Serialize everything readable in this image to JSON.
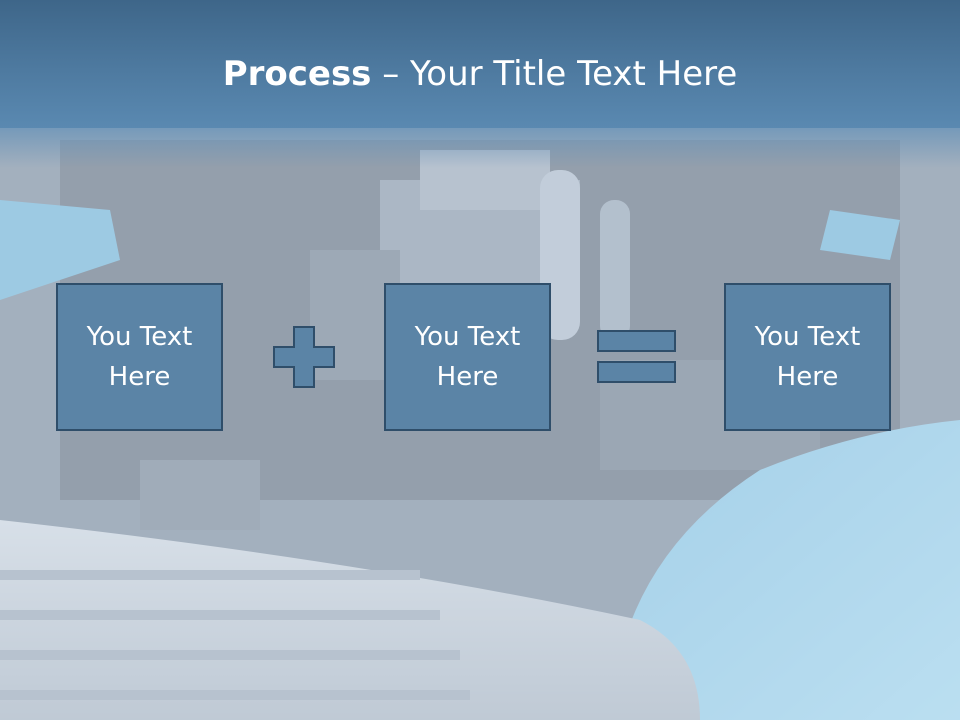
{
  "slide": {
    "title_bold": "Process",
    "title_rest": " – Your Title Text Here",
    "boxes": [
      {
        "text": "You Text Here"
      },
      {
        "text": "You Text Here"
      },
      {
        "text": "You Text Here"
      }
    ],
    "operators": [
      "plus-icon",
      "equals-icon"
    ],
    "colors": {
      "title_band": "#4a7499",
      "box_fill": "#5b84a6",
      "box_border": "#2f4e6a",
      "text": "#ffffff"
    }
  }
}
